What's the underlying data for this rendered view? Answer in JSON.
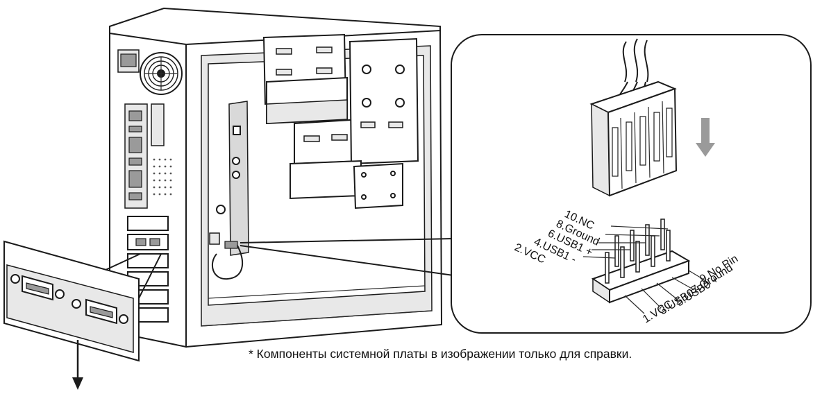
{
  "footnote": "* Компоненты системной платы в изображении только для справки.",
  "header_pins": {
    "left_row": [
      "10.NC",
      "8.Ground",
      "6.USB1 +",
      "4.USB1 -",
      "2.VCC"
    ],
    "right_row": [
      "9.No Pin",
      "7.Ground",
      "5.USB0 +",
      "3.USB0 -",
      "1.VCC"
    ]
  },
  "colors": {
    "line": "#1b1b1b",
    "shade": "#e8e8e8",
    "board": "#d9d9d9"
  }
}
